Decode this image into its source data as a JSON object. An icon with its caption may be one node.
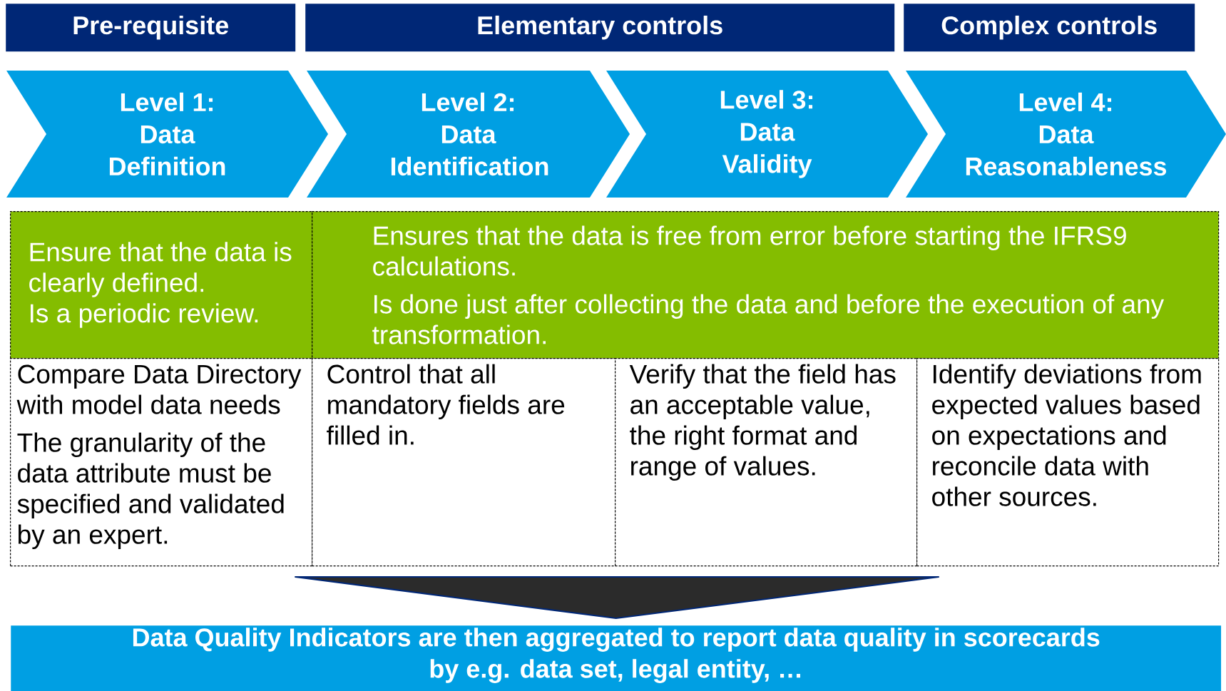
{
  "diagram": {
    "nodes": [
      {
        "text": [
          "Pre-requisite"
        ]
      },
      {
        "text": [
          "Elementary controls"
        ]
      },
      {
        "text": [
          "Complex controls"
        ]
      },
      {
        "text": [
          "Level 1: Data Definition"
        ]
      },
      {
        "text": [
          "Level 2: Data Identification"
        ]
      },
      {
        "text": [
          "Level 3: Data Validity"
        ]
      },
      {
        "text": [
          "Level 4: Data Reasonableness"
        ]
      },
      {
        "text": [
          "Ensure that the data is clearly defined.",
          "Is a periodic review."
        ]
      },
      {
        "text": [
          "Ensures that the data is free from error before starting the IFRS9 calculations.",
          "Is done just after collecting the data and before the execution of any transformation."
        ]
      },
      {
        "text": [
          "Compare Data Directory with model data needs",
          "The granularity of the data attribute must be specified and validated by an expert."
        ]
      },
      {
        "text": [
          "Control that all mandatory fields are filled in."
        ]
      },
      {
        "text": [
          "Verify that the field has an acceptable value, the right format and range of values."
        ]
      },
      {
        "text": [
          "Identify deviations from expected values based on expectations and reconcile data with other sources."
        ]
      },
      {
        "text": [
          "Data Quality Indicators are then aggregated to report data quality in scorecards by e.g. data set, legal entity, …"
        ]
      }
    ],
    "edges": [
      {
        "from": null,
        "to": 13,
        "arrow": "to"
      }
    ]
  }
}
